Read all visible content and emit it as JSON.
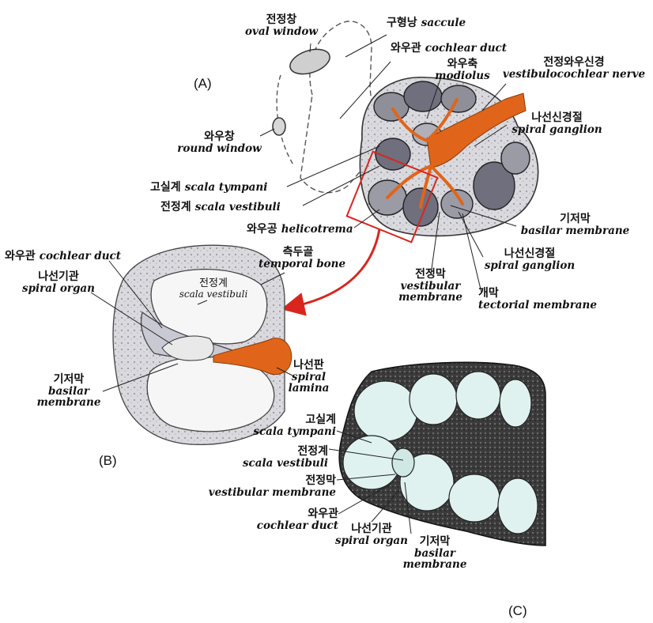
{
  "panels": {
    "a": "(A)",
    "b": "(B)",
    "c": "(C)"
  },
  "colors": {
    "nerve": "#e0651a",
    "arrow": "#d8261e",
    "box": "#d8261e",
    "fluid": "#dff2ef",
    "bone": "#c9c9cf"
  },
  "A": {
    "oval_window": {
      "ko": "전정창",
      "en": "oval window"
    },
    "saccule": {
      "ko": "구형낭",
      "en": "saccule"
    },
    "cochlear_duct": {
      "ko": "와우관",
      "en": "cochlear duct"
    },
    "modiolus": {
      "ko": "와우축",
      "en": "modiolus"
    },
    "vestibulocochlear_nerve": {
      "ko": "전정와우신경",
      "en": "vestibulocochlear nerve"
    },
    "spiral_ganglion_1": {
      "ko": "나선신경절",
      "en": "spiral ganglion"
    },
    "round_window": {
      "ko": "와우창",
      "en": "round window"
    },
    "scala_tympani": {
      "ko": "고실계",
      "en": "scala tympani"
    },
    "scala_vestibuli": {
      "ko": "전정계",
      "en": "scala vestibuli"
    },
    "helicotrema": {
      "ko": "와우공",
      "en": "helicotrema"
    },
    "basilar_membrane": {
      "ko": "기저막",
      "en": "basilar membrane"
    },
    "spiral_ganglion_2": {
      "ko": "나선신경절",
      "en": "spiral ganglion"
    },
    "vestibular_membrane": {
      "ko": "전정막",
      "en1": "vestibular",
      "en2": "membrane"
    },
    "tectorial_membrane": {
      "ko": "개막",
      "en": "tectorial membrane"
    }
  },
  "B": {
    "cochlear_duct": {
      "ko": "와우관",
      "en": "cochlear duct"
    },
    "temporal_bone": {
      "ko": "측두골",
      "en": "temporal bone"
    },
    "spiral_organ": {
      "ko": "나선기관",
      "en": "spiral organ"
    },
    "scala_vestibuli": {
      "ko": "전정계",
      "en": "scala vestibuli"
    },
    "spiral_lamina": {
      "ko": "나선판",
      "en1": "spiral",
      "en2": "lamina"
    },
    "basilar_membrane": {
      "ko": "기저막",
      "en1": "basilar",
      "en2": "membrane"
    }
  },
  "C": {
    "scala_tympani": {
      "ko": "고실계",
      "en": "scala tympani"
    },
    "scala_vestibuli": {
      "ko": "전정계",
      "en": "scala vestibuli"
    },
    "vestibular_membrane": {
      "ko": "전정막",
      "en": "vestibular membrane"
    },
    "cochlear_duct": {
      "ko": "와우관",
      "en": "cochlear duct"
    },
    "spiral_organ": {
      "ko": "나선기관",
      "en": "spiral organ"
    },
    "basilar_membrane": {
      "ko": "기저막",
      "en1": "basilar",
      "en2": "membrane"
    }
  }
}
